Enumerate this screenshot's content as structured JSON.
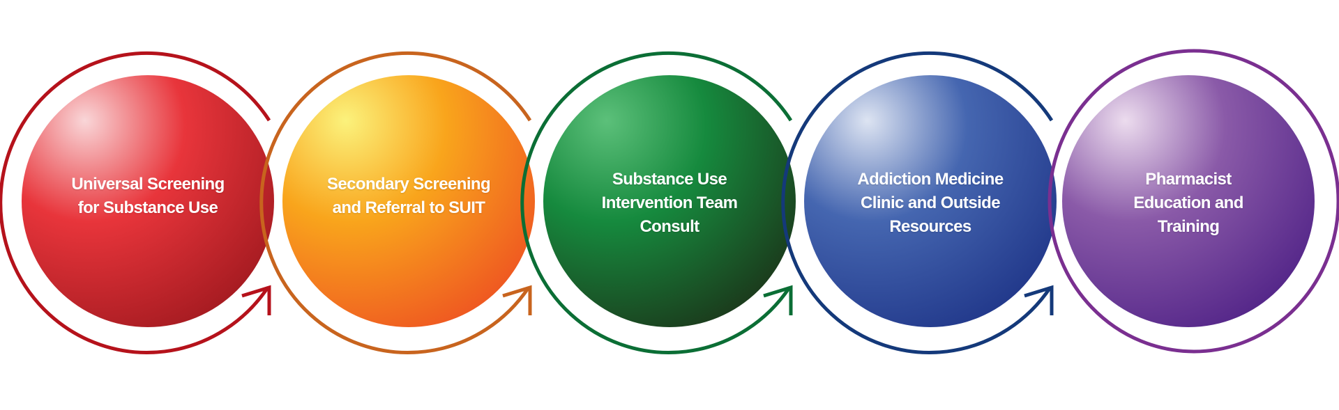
{
  "diagram": {
    "steps": [
      {
        "lines": [
          "Universal Screening",
          "for Substance Use"
        ],
        "ring_color": "#b5121b",
        "sphere_colors": [
          "#f9d6d8",
          "#e8353b",
          "#a81c22"
        ],
        "has_arrow": true
      },
      {
        "lines": [
          "Secondary Screening",
          "and Referral to SUIT"
        ],
        "ring_color": "#c8641e",
        "sphere_colors": [
          "#fbf27c",
          "#f9a51c",
          "#ef5a21"
        ],
        "has_arrow": true
      },
      {
        "lines": [
          "Substance Use",
          "Intervention Team",
          "Consult"
        ],
        "ring_color": "#0b6e35",
        "sphere_colors": [
          "#5cc07a",
          "#168a3e",
          "#1b3d1d"
        ],
        "has_arrow": true
      },
      {
        "lines": [
          "Addiction Medicine",
          "Clinic and Outside",
          "Resources"
        ],
        "ring_color": "#14397a",
        "sphere_colors": [
          "#dde4f2",
          "#4566b0",
          "#233a8c"
        ],
        "has_arrow": true
      },
      {
        "lines": [
          "Pharmacist",
          "Education and",
          "Training"
        ],
        "ring_color": "#7a2f90",
        "sphere_colors": [
          "#ecdcee",
          "#8a5aa8",
          "#56288a"
        ],
        "has_arrow": false
      }
    ]
  }
}
